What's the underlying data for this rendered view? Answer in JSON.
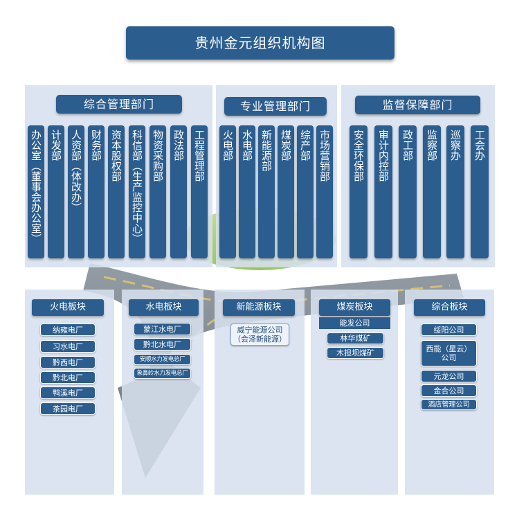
{
  "title": "贵州金元组织机构图",
  "departments": [
    {
      "head": "综合管理部门",
      "units": [
        "办公室（董事会办公室）",
        "计发部",
        "人资部（体改办）",
        "财务部",
        "资本股权部",
        "科信部（生产监控中心）",
        "物资采购部",
        "政法部",
        "工程管理部"
      ]
    },
    {
      "head": "专业管理部门",
      "units": [
        "火电部",
        "水电部",
        "新能源部",
        "煤炭部",
        "综产部",
        "市场营销部"
      ]
    },
    {
      "head": "监督保障部门",
      "units": [
        "安全环保部",
        "审计内控部",
        "政工部",
        "监察部",
        "巡察办",
        "工会办"
      ]
    }
  ],
  "sectors": [
    {
      "head": "火电板块",
      "items": [
        "纳雍电厂",
        "习水电厂",
        "黔西电厂",
        "黔北电厂",
        "鸭溪电厂",
        "茶园电厂"
      ]
    },
    {
      "head": "水电板块",
      "items": [
        "蒙江水电厂",
        "黔北水电厂",
        "安顺水力发电总厂",
        "象鼻岭水力发电总厂"
      ]
    },
    {
      "head": "新能源板块",
      "items": [
        "威宁能源公司\n（会泽新能源）"
      ]
    },
    {
      "head": "煤炭板块",
      "items": [
        "能发公司",
        "林华煤矿",
        "木担坝煤矿"
      ]
    },
    {
      "head": "综合板块",
      "items": [
        "绥阳公司",
        "西能（星云）\n公司",
        "元龙公司",
        "金合公司",
        "酒店管理公司"
      ]
    }
  ]
}
